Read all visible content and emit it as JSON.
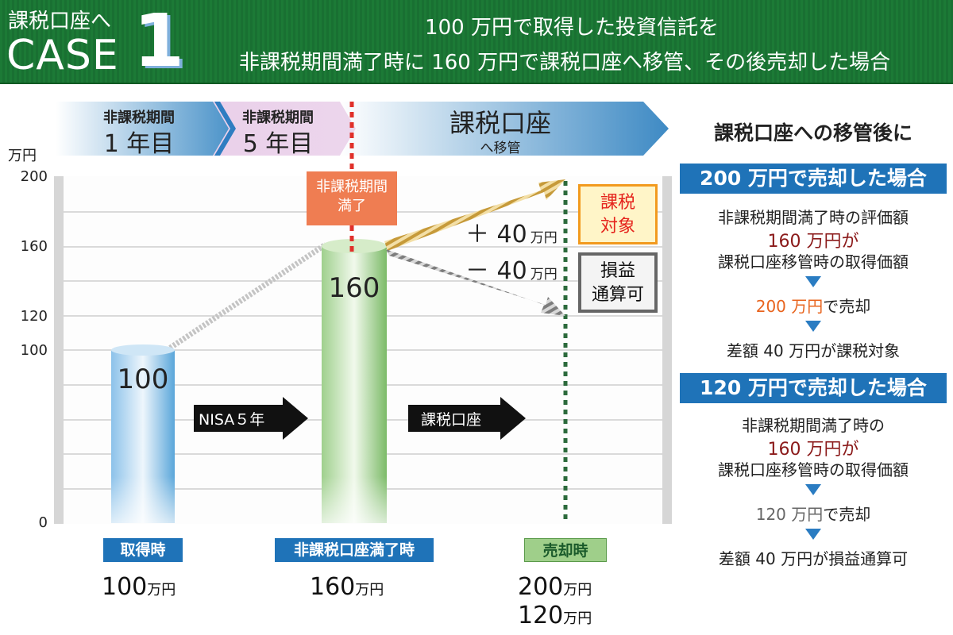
{
  "header": {
    "tag_line1": "課税口座へ",
    "tag_line2": "CASE",
    "case_number": "1",
    "title_line1": "100 万円で取得した投資信託を",
    "title_line2": "非課税期間満了時に 160 万円で課税口座へ移管、その後売却した場合"
  },
  "periods": [
    {
      "line1": "非課税期間",
      "line2": "1 年目"
    },
    {
      "line1": "非課税期間",
      "line2": "5 年目"
    },
    {
      "line1": "課税口座",
      "line2": "へ移管"
    }
  ],
  "chart": {
    "y_unit": "万円",
    "y_ticks": [
      "200",
      "160",
      "120",
      "100",
      "0"
    ],
    "bars": [
      {
        "value": 100,
        "label": "100"
      },
      {
        "value": 160,
        "label": "160"
      }
    ],
    "expiry_badge_line1": "非課税期間",
    "expiry_badge_line2": "満了",
    "plus_label": "＋ 40",
    "minus_label": "－ 40",
    "unit_small": "万円",
    "taxable_badge_line1": "課税",
    "taxable_badge_line2": "対象",
    "offset_badge_line1": "損益",
    "offset_badge_line2": "通算可",
    "arrow_nisa": "NISA５年",
    "arrow_taxable": "課税口座"
  },
  "x_labels": [
    {
      "label": "取得時",
      "value": "100",
      "unit": "万円"
    },
    {
      "label": "非課税口座満了時",
      "value": "160",
      "unit": "万円"
    },
    {
      "label": "売却時",
      "value": "200",
      "value2": "120",
      "unit": "万円"
    }
  ],
  "side_panel": {
    "title": "課税口座への移管後に",
    "case_a": {
      "header": "200 万円で売却した場合",
      "line1": "非課税期間満了時の評価額",
      "line2": "160 万円が",
      "line3": "課税口座移管時の取得価額",
      "line4_value": "200 万円",
      "line4_rest": "で売却",
      "line5": "差額 40 万円が課税対象"
    },
    "case_b": {
      "header": "120 万円で売却した場合",
      "line1": "非課税期間満了時の",
      "line2": "160 万円が",
      "line3": "課税口座移管時の取得価額",
      "line4_value": "120 万円",
      "line4_rest": "で売却",
      "line5": "差額 40 万円が損益通算可"
    }
  },
  "colors": {
    "header_green": "#1c7a36",
    "accent_blue": "#1f73b8",
    "bar_blue": "#5aa6da",
    "bar_green": "#8cc47a",
    "expiry_orange": "#ef7d52",
    "value_red": "#8b1a1a",
    "value_orange": "#e8641e",
    "label_green": "#9fcf8a"
  }
}
